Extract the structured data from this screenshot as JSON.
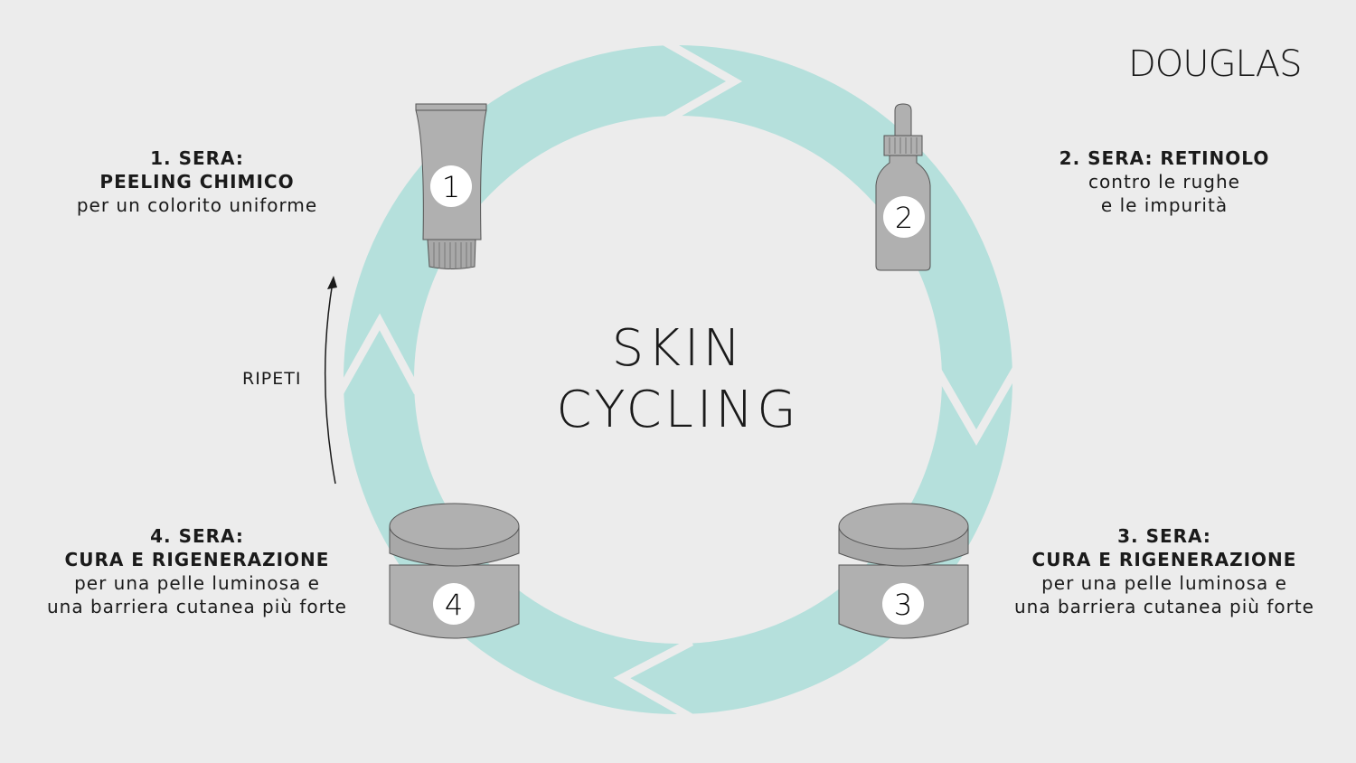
{
  "brand": {
    "logo": "DOUGLAS"
  },
  "title": {
    "line1": "SKIN",
    "line2": "CYCLING"
  },
  "colors": {
    "background": "#ececec",
    "ring": "#b5e0dc",
    "product": "#b0b0b0"
  },
  "repeat_label": "RIPETI",
  "steps": [
    {
      "number": "1",
      "heading1": "1. SERA:",
      "heading2": "PEELING CHIMICO",
      "desc1": "per un colorito uniforme",
      "desc2": "",
      "product": "tube"
    },
    {
      "number": "2",
      "heading1": "2. SERA: RETINOLO",
      "heading2": "",
      "desc1": "contro le rughe",
      "desc2": "e le impurità",
      "product": "dropper-bottle"
    },
    {
      "number": "3",
      "heading1": "3. SERA:",
      "heading2": "CURA E RIGENERAZIONE",
      "desc1": "per una pelle luminosa e",
      "desc2": "una barriera cutanea più forte",
      "product": "jar"
    },
    {
      "number": "4",
      "heading1": "4. SERA:",
      "heading2": "CURA E RIGENERAZIONE",
      "desc1": "per una pelle luminosa e",
      "desc2": "una barriera cutanea più forte",
      "product": "jar"
    }
  ]
}
